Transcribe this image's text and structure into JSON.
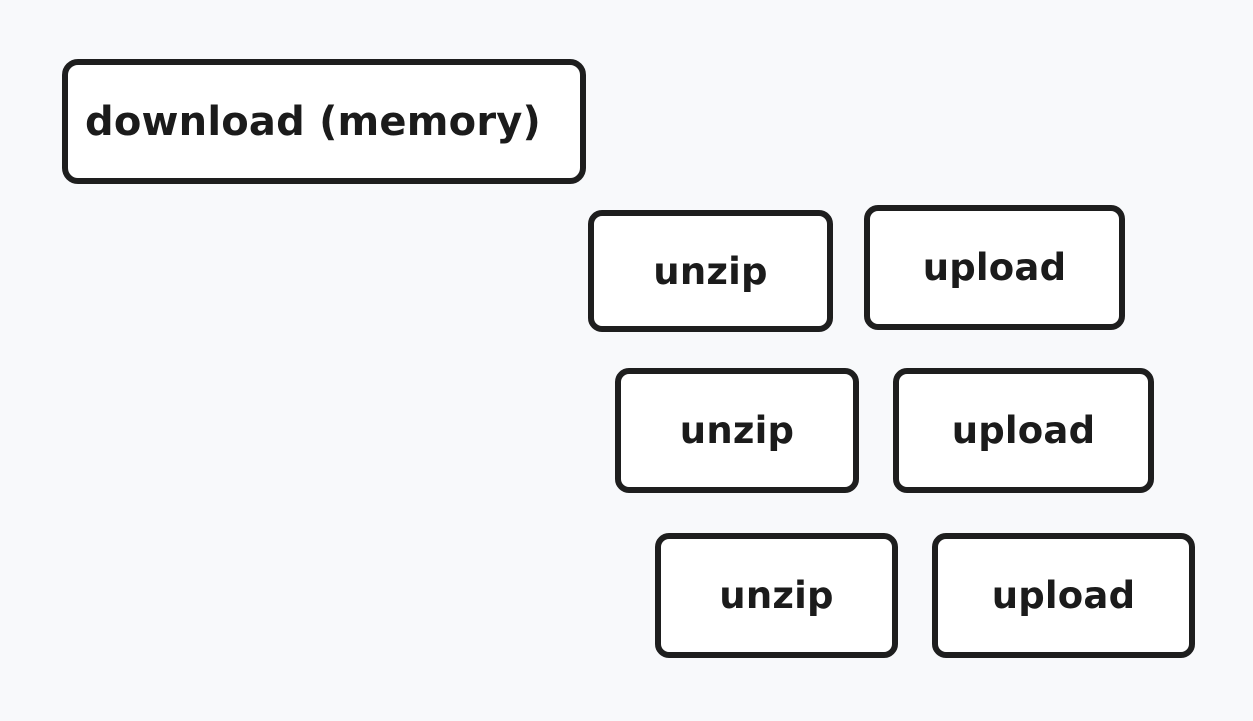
{
  "canvas": {
    "background_color": "#f8f9fb",
    "node_fill_color": "#ffffff",
    "node_stroke_color": "#1e1e1e",
    "text_color": "#1b1b1b"
  },
  "nodes": {
    "source": {
      "label": "download (memory)",
      "name": "download-memory-node"
    },
    "pipelines": [
      {
        "unzip": "unzip",
        "upload": "upload"
      },
      {
        "unzip": "unzip",
        "upload": "upload"
      },
      {
        "unzip": "unzip",
        "upload": "upload"
      }
    ]
  }
}
